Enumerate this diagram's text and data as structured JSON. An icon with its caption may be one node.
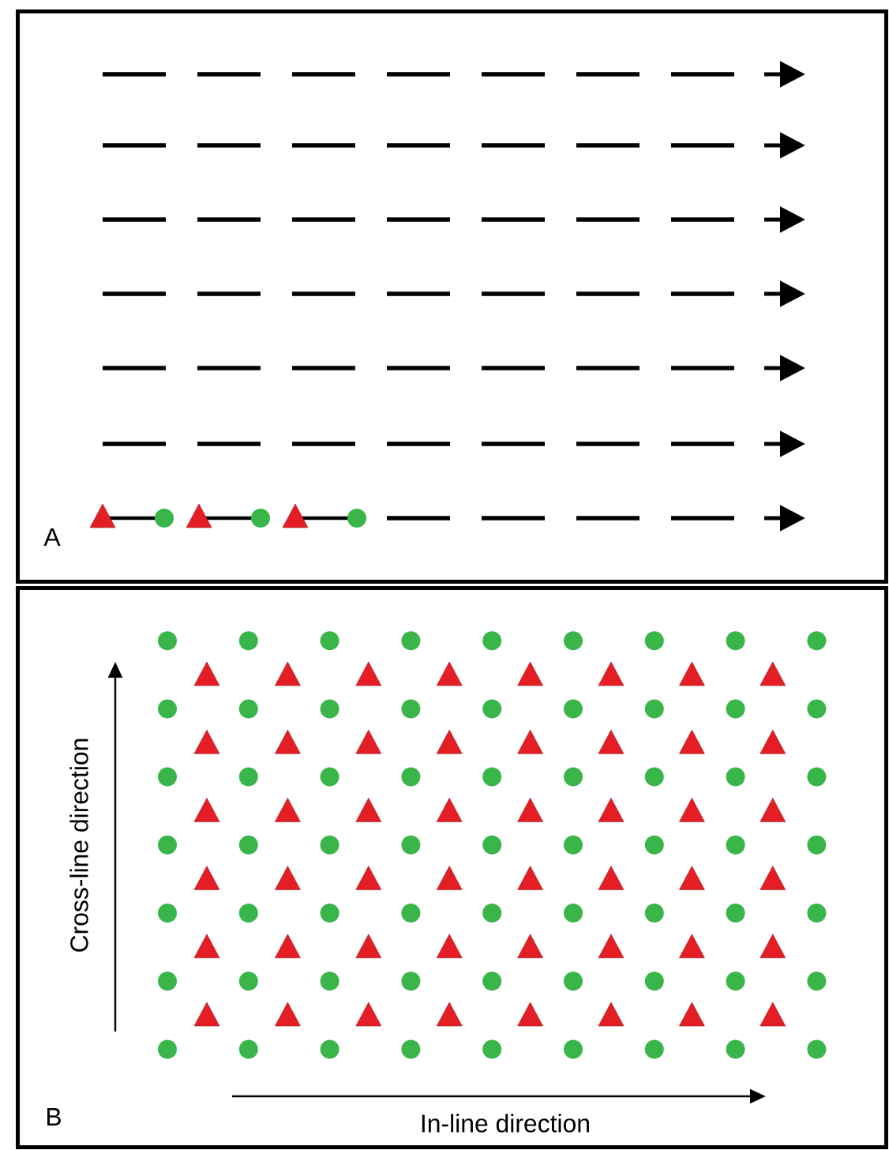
{
  "diagram": {
    "nodes": [
      {
        "text": [
          "A"
        ]
      },
      {
        "text": [
          "B"
        ]
      }
    ],
    "labels": [
      "Cross-line direction",
      "In-line direction"
    ]
  }
}
